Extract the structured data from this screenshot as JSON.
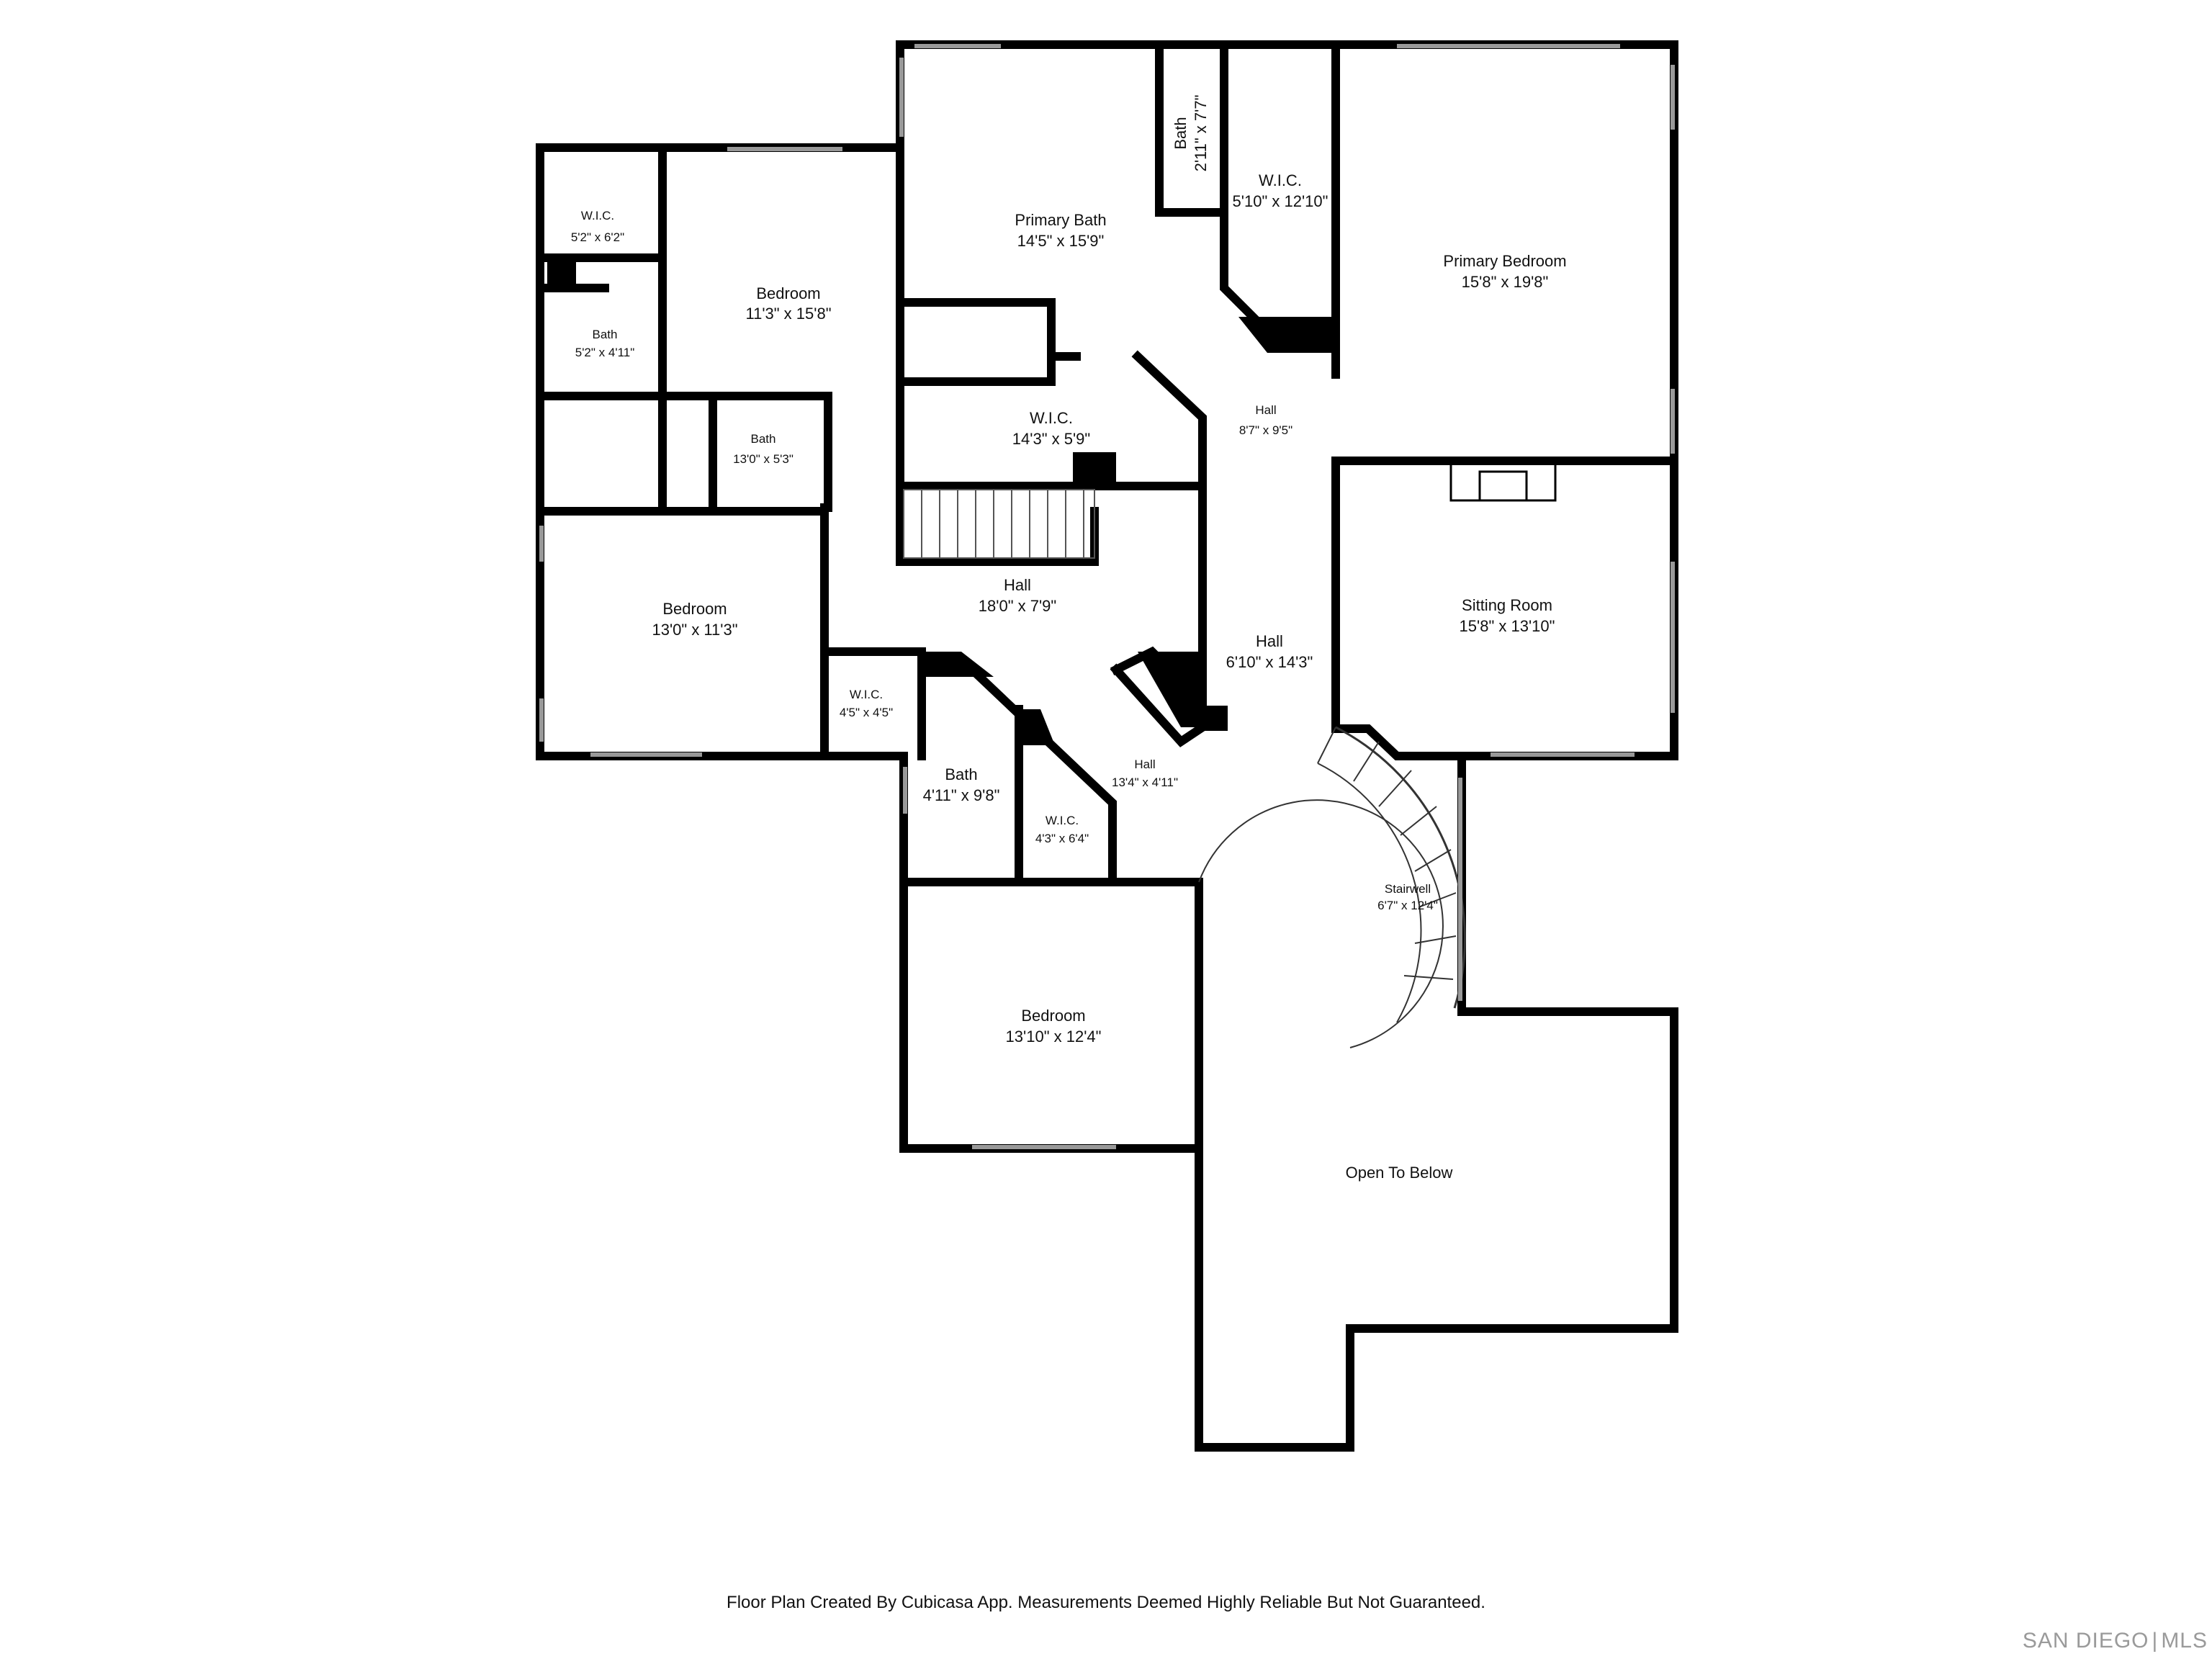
{
  "rooms": {
    "wic_nw": {
      "name": "W.I.C.",
      "dims": "5'2\" x 6'2\""
    },
    "bath_nw": {
      "name": "Bath",
      "dims": "5'2\" x 4'11\""
    },
    "bedroom_nw": {
      "name": "Bedroom",
      "dims": "11'3\" x 15'8\""
    },
    "primary_bath": {
      "name": "Primary Bath",
      "dims": "14'5\" x 15'9\""
    },
    "bath_small": {
      "name": "Bath",
      "dims": "2'11\" x 7'7\""
    },
    "wic_primary": {
      "name": "W.I.C.",
      "dims": "5'10\" x 12'10\""
    },
    "primary_bedroom": {
      "name": "Primary Bedroom",
      "dims": "15'8\" x 19'8\""
    },
    "wic_middle": {
      "name": "W.I.C.",
      "dims": "14'3\" x 5'9\""
    },
    "hall_upper": {
      "name": "Hall",
      "dims": "8'7\" x 9'5\""
    },
    "bath_middle": {
      "name": "Bath",
      "dims": "13'0\" x 5'3\""
    },
    "bedroom_w": {
      "name": "Bedroom",
      "dims": "13'0\" x 11'3\""
    },
    "hall_main": {
      "name": "Hall",
      "dims": "18'0\" x 7'9\""
    },
    "hall_center": {
      "name": "Hall",
      "dims": "6'10\" x 14'3\""
    },
    "sitting_room": {
      "name": "Sitting Room",
      "dims": "15'8\" x 13'10\""
    },
    "wic_sw": {
      "name": "W.I.C.",
      "dims": "4'5\" x 4'5\""
    },
    "bath_s": {
      "name": "Bath",
      "dims": "4'11\" x 9'8\""
    },
    "wic_s": {
      "name": "W.I.C.",
      "dims": "4'3\" x 6'4\""
    },
    "hall_lower": {
      "name": "Hall",
      "dims": "13'4\" x 4'11\""
    },
    "stairwell": {
      "name": "Stairwell",
      "dims": "6'7\" x 12'4\""
    },
    "bedroom_s": {
      "name": "Bedroom",
      "dims": "13'10\" x 12'4\""
    },
    "open_to_below": {
      "name": "Open To Below",
      "dims": ""
    }
  },
  "footer": "Floor Plan Created By Cubicasa App. Measurements Deemed Highly Reliable But Not Guaranteed.",
  "brand": {
    "left": "SAN DIEGO",
    "right": "MLS"
  },
  "colors": {
    "wall": "#000000",
    "window": "#999999",
    "background": "#ffffff",
    "brand": "#9a9a9a"
  }
}
